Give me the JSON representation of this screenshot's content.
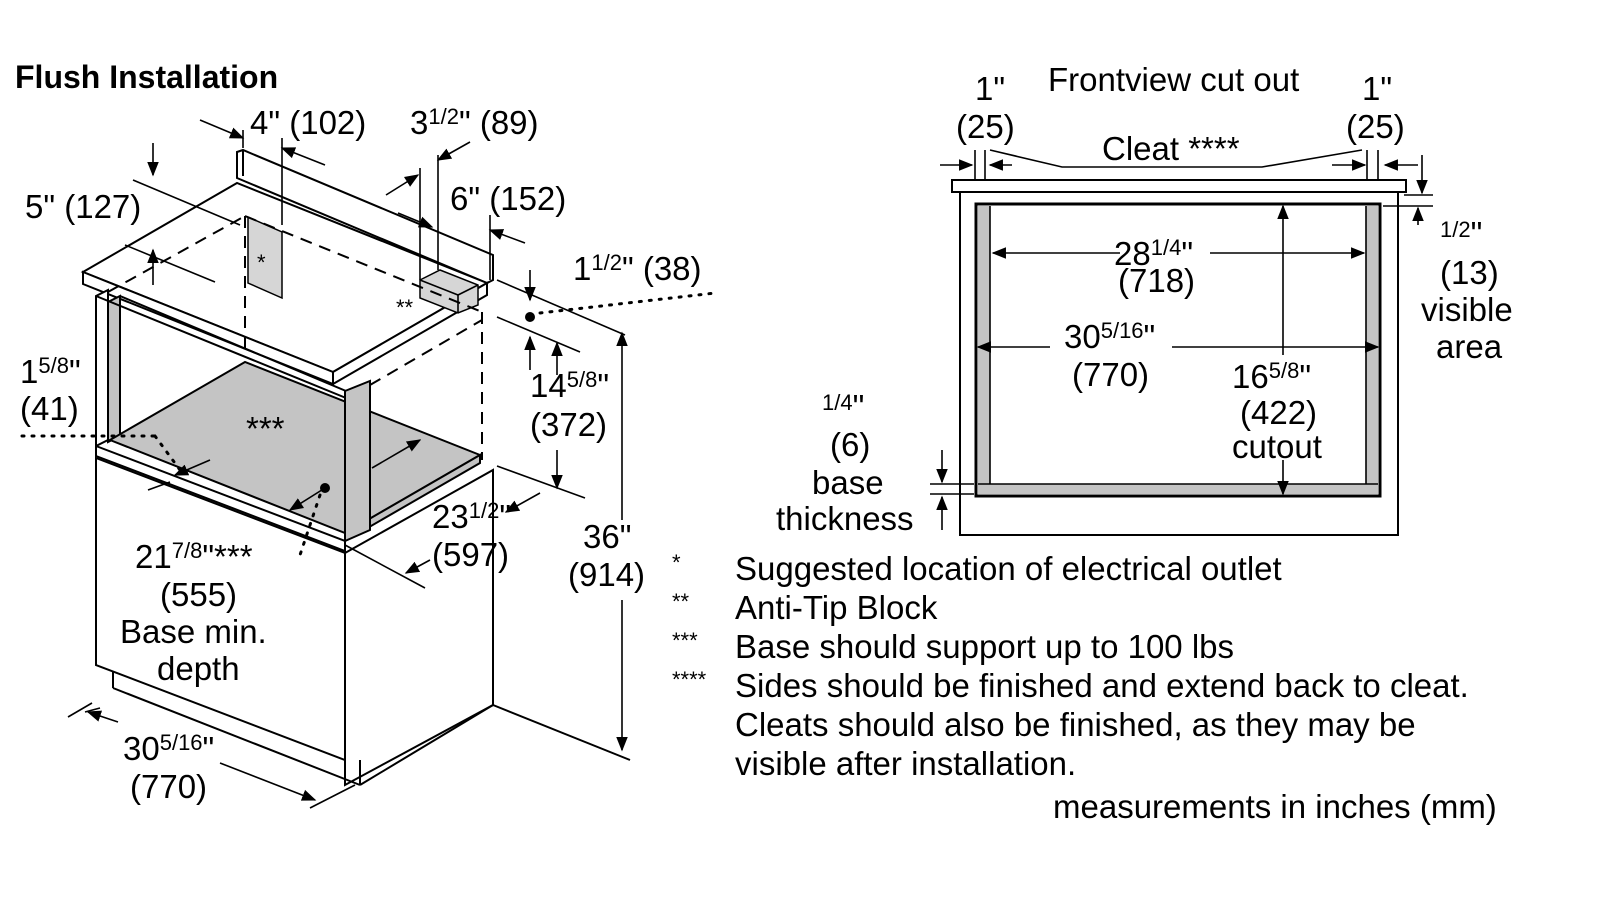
{
  "left_drawing": {
    "title": "Flush Installation",
    "dims": {
      "d4in": "4\" (102)",
      "d3_5in_whole": "3",
      "d3_5in_frac": "1/2",
      "d3_5in_rest": "\" (89)",
      "d5in": "5\" (127)",
      "d6in": "6\" (152)",
      "d1_5_whole": "1",
      "d1_5_frac": "1/2",
      "d1_5_rest": "\" (38)",
      "d1_58_whole": "1",
      "d1_58_frac": "5/8",
      "d1_58_quote": "\"",
      "d1_58_mm": "(41)",
      "d14_58_whole": "14",
      "d14_58_frac": "5/8",
      "d14_58_quote": "\"",
      "d14_58_mm": "(372)",
      "d23_12_whole": "23",
      "d23_12_frac": "1/2",
      "d23_12_quote": "\"",
      "d23_12_mm": "(597)",
      "d36": "36\"",
      "d36_mm": "(914)",
      "d21_78_whole": "21",
      "d21_78_frac": "7/8",
      "d21_78_rest": "\"***",
      "d21_78_mm": "(555)",
      "base_min_1": "Base min.",
      "base_min_2": "depth",
      "d30_whole": "30",
      "d30_frac": "5/16",
      "d30_quote": "\"",
      "d30_mm": "(770)"
    },
    "markers": {
      "outlet": "*",
      "anti_tip": "**",
      "base": "***"
    }
  },
  "right_drawing": {
    "title": "Frontview cut out",
    "left_1in": "1\"",
    "left_1in_mm": "(25)",
    "right_1in": "1\"",
    "right_1in_mm": "(25)",
    "cleat": "Cleat ****",
    "d28_whole": "28",
    "d28_frac": "1/4",
    "d28_quote": "\"",
    "d28_mm": "(718)",
    "d30_whole": "30",
    "d30_frac": "5/16",
    "d30_quote": "\"",
    "d30_mm": "(770)",
    "d16_whole": "16",
    "d16_frac": "5/8",
    "d16_quote": "\"",
    "d16_mm": "(422)",
    "d16_label": "cutout",
    "half_frac": "1/2",
    "half_quote": "\"",
    "half_mm": "(13)",
    "half_label1": "visible",
    "half_label2": "area",
    "quarter_frac": "1/4",
    "quarter_quote": "\"",
    "quarter_mm": "(6)",
    "quarter_label1": "base",
    "quarter_label2": "thickness"
  },
  "notes": [
    {
      "mark": "*",
      "text": "Suggested location of electrical outlet"
    },
    {
      "mark": "**",
      "text": "Anti-Tip Block"
    },
    {
      "mark": "***",
      "text": "Base should support up to 100 lbs"
    },
    {
      "mark": "****",
      "text": "Sides should be finished and extend back to cleat."
    },
    {
      "mark": "",
      "text": "Cleats should also be finished, as they may be"
    },
    {
      "mark": "",
      "text": "visible after installation."
    }
  ],
  "units_note": "measurements in inches (mm)"
}
